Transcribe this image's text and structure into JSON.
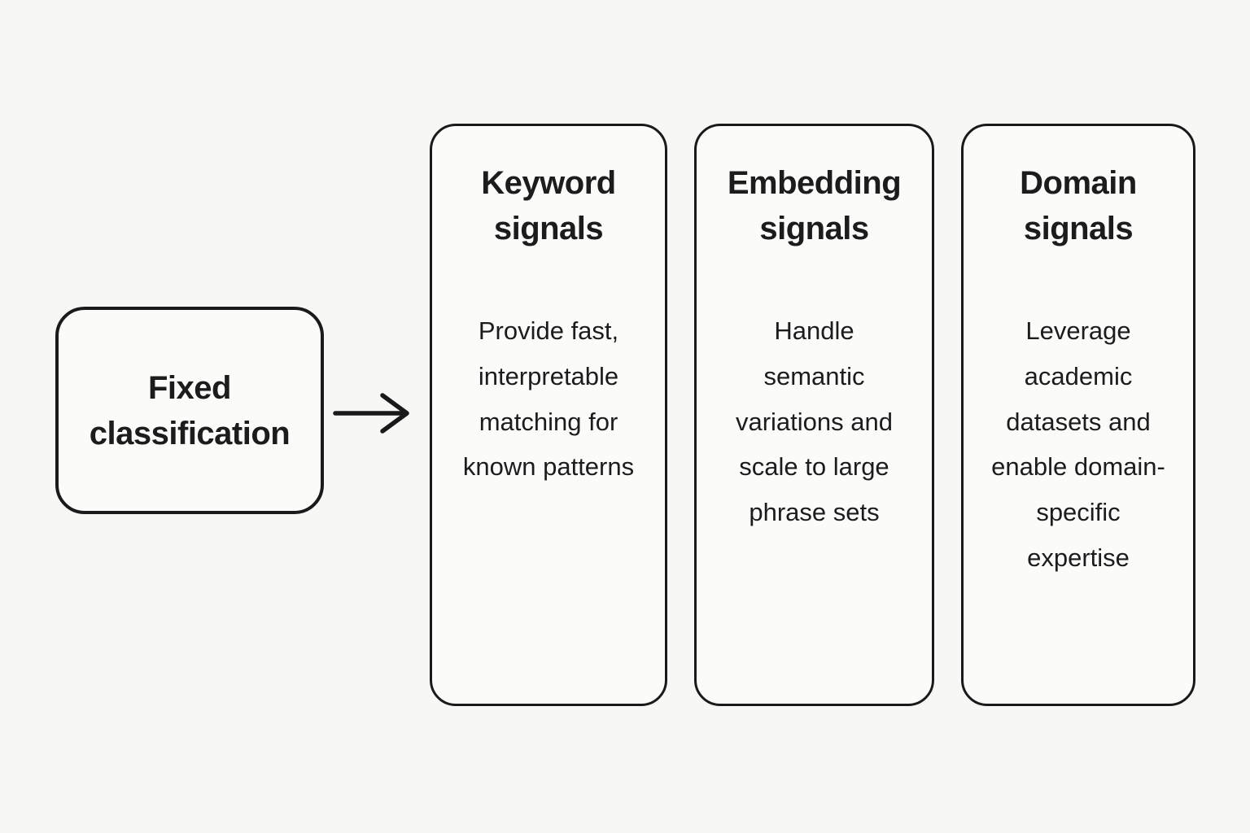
{
  "diagram": {
    "background_color": "#f7f7f5",
    "card_background_color": "#fbfbfa",
    "stroke_color": "#1a1a1a",
    "text_color": "#1c1c1c",
    "source": {
      "label": "Fixed classification"
    },
    "arrow": {
      "direction": "right"
    },
    "cards": [
      {
        "title": "Keyword signals",
        "body": "Provide fast, interpretable matching for known patterns"
      },
      {
        "title": "Embedding signals",
        "body": "Handle semantic variations and scale to large phrase sets"
      },
      {
        "title": "Domain signals",
        "body": "Leverage academic datasets and enable domain-specific expertise"
      }
    ]
  }
}
